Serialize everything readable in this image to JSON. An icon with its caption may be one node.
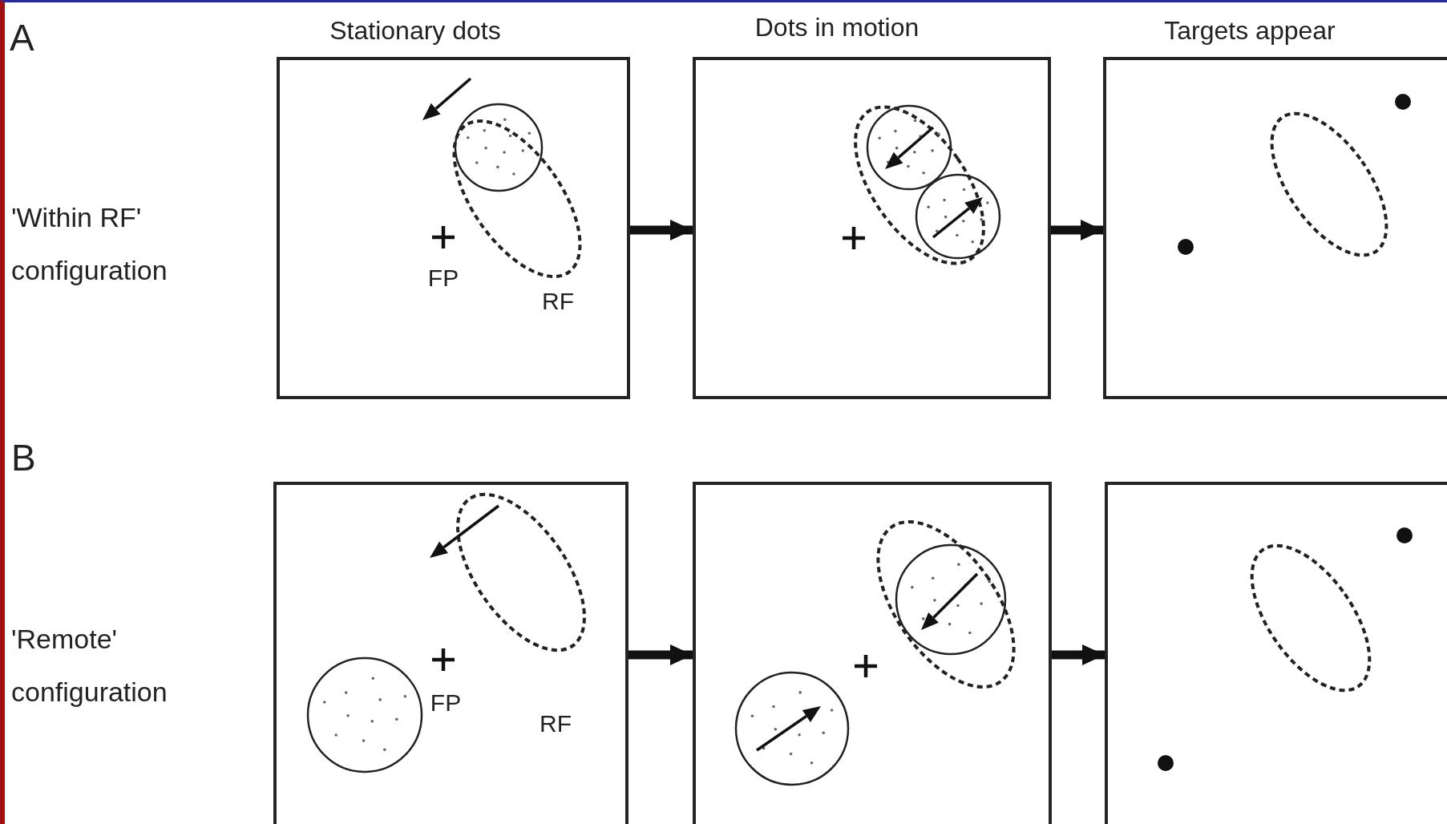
{
  "diagram": {
    "nodes": [
      {
        "text": [
          "FP",
          "RF"
        ]
      },
      {
        "text": [],
        "shape": "box"
      },
      {
        "text": [],
        "shape": "box"
      },
      {
        "text": [
          "FP",
          "RF"
        ]
      },
      {
        "text": [],
        "shape": "box"
      },
      {
        "text": [],
        "shape": "box"
      }
    ],
    "edges": [
      {
        "from": 0,
        "to": 1,
        "arrow": "to"
      },
      {
        "from": 1,
        "to": 2,
        "arrow": "to"
      },
      {
        "from": 3,
        "to": 4,
        "arrow": "to"
      },
      {
        "from": 4,
        "to": 5,
        "arrow": "to"
      }
    ],
    "labels": [
      "A",
      "Stationary dots",
      "Dots in motion",
      "Targets appear",
      "'Within RF' configuration",
      "B",
      "'Remote' configuration"
    ]
  }
}
